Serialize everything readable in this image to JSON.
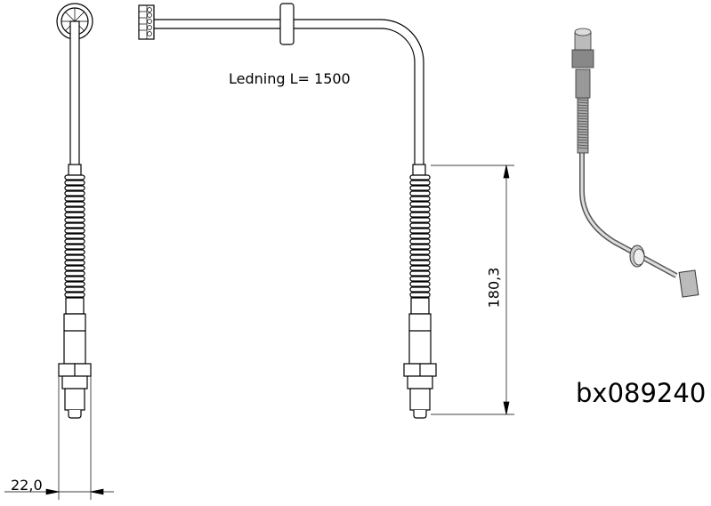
{
  "drawing": {
    "cable_label": "Ledning L= 1500",
    "width_dimension": "22,0",
    "height_dimension": "180,3",
    "part_number": "bx089240"
  }
}
